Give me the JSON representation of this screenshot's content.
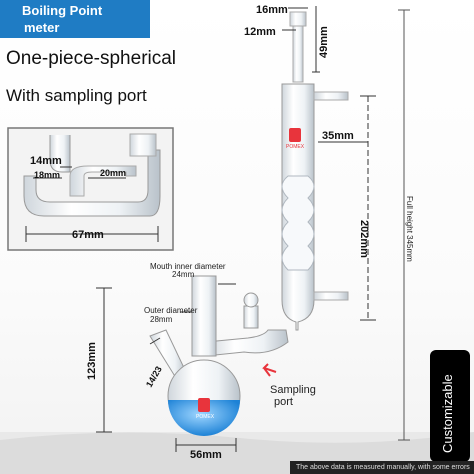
{
  "badge": {
    "line1": "Boiling Point",
    "line2": "meter"
  },
  "title": "One-piece-spherical",
  "subtitle": "With sampling port",
  "inset": {
    "dim_14": "14mm",
    "dim_18": "18mm",
    "dim_20": "20mm",
    "dim_67": "67mm"
  },
  "condenser": {
    "dim_16": "16mm",
    "dim_12": "12mm",
    "dim_49": "49mm",
    "dim_35": "35mm",
    "dim_202": "202mm",
    "full_height": "Full height 345mm",
    "logo": "POMEX"
  },
  "flask": {
    "mouth_inner_line1": "Mouth inner diameter",
    "mouth_inner_line2": "24mm",
    "outer_line1": "Outer diameter",
    "outer_line2": "28mm",
    "joint": "14/23",
    "dim_123": "123mm",
    "dim_56": "56mm",
    "sampling_line1": "Sampling",
    "sampling_line2": "port",
    "logo": "POMEX"
  },
  "customizable": "Customizable",
  "footnote": "The above data is measured manually, with some errors",
  "colors": {
    "accent": "#1f7cc4",
    "liquid": "#3ea6ef",
    "arrow": "#e8343c"
  }
}
